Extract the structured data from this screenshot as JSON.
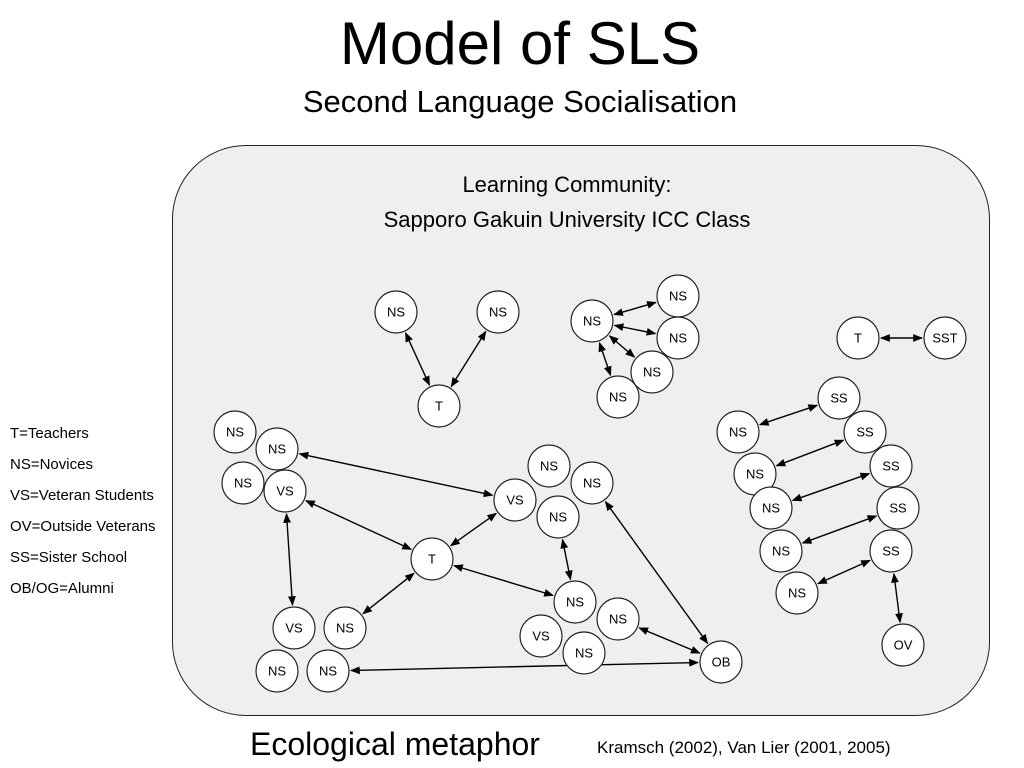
{
  "header": {
    "title": "Model of SLS",
    "subtitle": "Second Language Socialisation"
  },
  "community": {
    "title": "Learning Community:",
    "name": "Sapporo Gakuin University ICC Class"
  },
  "legend": [
    "T=Teachers",
    "NS=Novices",
    "VS=Veteran Students",
    "OV=Outside Veterans",
    "SS=Sister School",
    "OB/OG=Alumni"
  ],
  "footer": {
    "metaphor": "Ecological metaphor",
    "citation": "Kramsch (2002), Van Lier (2001, 2005)"
  },
  "nodes": [
    {
      "id": "n1",
      "label": "NS"
    },
    {
      "id": "n2",
      "label": "NS"
    },
    {
      "id": "t1",
      "label": "T"
    },
    {
      "id": "g0",
      "label": "NS"
    },
    {
      "id": "g1",
      "label": "NS"
    },
    {
      "id": "g2",
      "label": "NS"
    },
    {
      "id": "g3",
      "label": "NS"
    },
    {
      "id": "g4",
      "label": "NS"
    },
    {
      "id": "t2",
      "label": "T"
    },
    {
      "id": "sst",
      "label": "SST"
    },
    {
      "id": "a1",
      "label": "NS"
    },
    {
      "id": "a2",
      "label": "NS"
    },
    {
      "id": "a3",
      "label": "NS"
    },
    {
      "id": "avs",
      "label": "VS"
    },
    {
      "id": "tc",
      "label": "T"
    },
    {
      "id": "b1",
      "label": "NS"
    },
    {
      "id": "b2",
      "label": "NS"
    },
    {
      "id": "bvs",
      "label": "VS"
    },
    {
      "id": "b3",
      "label": "NS"
    },
    {
      "id": "c1",
      "label": "VS"
    },
    {
      "id": "c2",
      "label": "NS"
    },
    {
      "id": "c3",
      "label": "NS"
    },
    {
      "id": "c4",
      "label": "NS"
    },
    {
      "id": "d1",
      "label": "NS"
    },
    {
      "id": "d2",
      "label": "NS"
    },
    {
      "id": "dvs",
      "label": "VS"
    },
    {
      "id": "d3",
      "label": "NS"
    },
    {
      "id": "ob",
      "label": "OB"
    },
    {
      "id": "ss1",
      "label": "SS"
    },
    {
      "id": "ss2",
      "label": "SS"
    },
    {
      "id": "ss3",
      "label": "SS"
    },
    {
      "id": "ss4",
      "label": "SS"
    },
    {
      "id": "ss5",
      "label": "SS"
    },
    {
      "id": "sn1",
      "label": "NS"
    },
    {
      "id": "sn2",
      "label": "NS"
    },
    {
      "id": "sn3",
      "label": "NS"
    },
    {
      "id": "sn4",
      "label": "NS"
    },
    {
      "id": "sn5",
      "label": "NS"
    },
    {
      "id": "ov",
      "label": "OV"
    }
  ],
  "edges": [
    [
      "n1",
      "t1"
    ],
    [
      "n2",
      "t1"
    ],
    [
      "g0",
      "g1"
    ],
    [
      "g0",
      "g2"
    ],
    [
      "g0",
      "g3"
    ],
    [
      "g0",
      "g4"
    ],
    [
      "t2",
      "sst"
    ],
    [
      "a2",
      "bvs"
    ],
    [
      "avs",
      "tc"
    ],
    [
      "avs",
      "c1"
    ],
    [
      "tc",
      "bvs"
    ],
    [
      "tc",
      "c2"
    ],
    [
      "tc",
      "d1"
    ],
    [
      "b3",
      "d1"
    ],
    [
      "b2",
      "ob"
    ],
    [
      "d2",
      "ob"
    ],
    [
      "c4",
      "ob"
    ],
    [
      "sn1",
      "ss1"
    ],
    [
      "sn2",
      "ss2"
    ],
    [
      "sn3",
      "ss3"
    ],
    [
      "sn4",
      "ss4"
    ],
    [
      "sn5",
      "ss5"
    ],
    [
      "ss5",
      "ov"
    ]
  ]
}
